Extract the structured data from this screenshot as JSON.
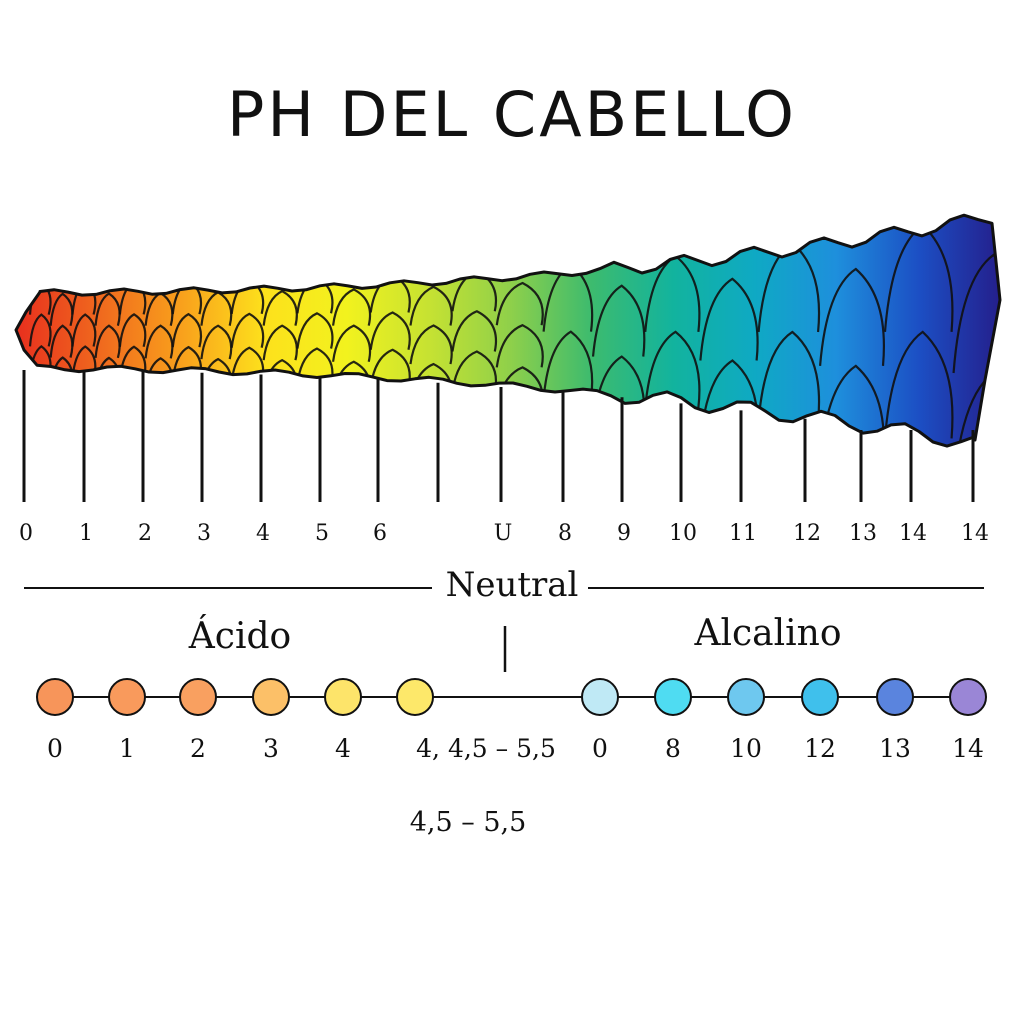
{
  "title": "PH DEL CABELLO",
  "scale_ticks": [
    "0",
    "1",
    "2",
    "3",
    "4",
    "5",
    "6",
    "",
    "U",
    "8",
    "9",
    "10",
    "11",
    "12",
    "13",
    "14",
    "14"
  ],
  "neutral_label": "Neutral",
  "acid_label": "Ácido",
  "alkaline_label": "Alcalino",
  "circle_labels": [
    "0",
    "1",
    "2",
    "3",
    "4",
    "4, 4,5 – 5,5",
    "0",
    "8",
    "10",
    "12",
    "13",
    "14"
  ],
  "hair_range_label": "4,5 – 5,5",
  "colors": {
    "gradient": [
      "#e8321e",
      "#f06a1e",
      "#f9a21c",
      "#fde11c",
      "#f2f21e",
      "#c6e232",
      "#8fd04a",
      "#3dbb6e",
      "#12b39e",
      "#0fa9c4",
      "#1e8fdc",
      "#1c4fc4",
      "#241f8c"
    ],
    "circles": [
      "#f7955a",
      "#f99a5c",
      "#f9a060",
      "#fcc068",
      "#fde46a",
      "#fde86a",
      "#bfe9f5",
      "#4fdcf2",
      "#6ec8ef",
      "#3fc0ec",
      "#5a84de",
      "#9a86d6"
    ]
  }
}
